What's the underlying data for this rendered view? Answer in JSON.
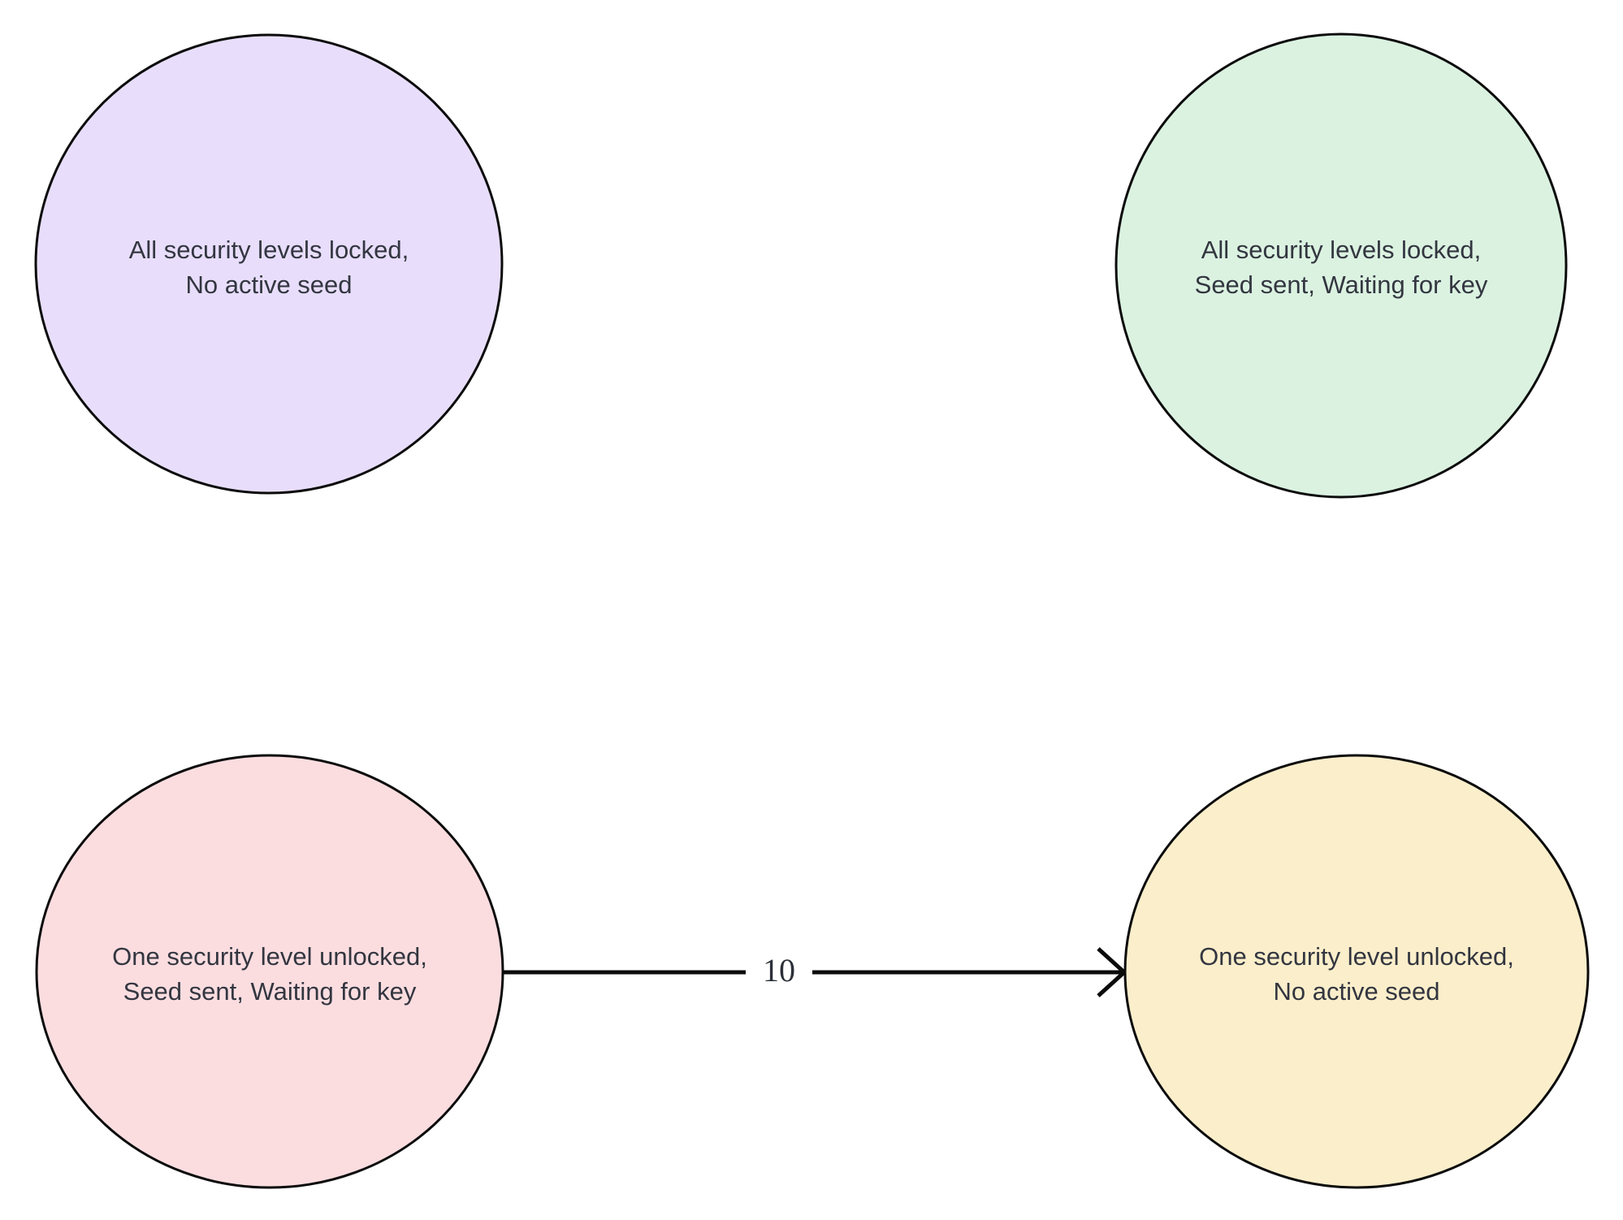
{
  "diagram": {
    "type": "state-diagram",
    "background_color": "#ffffff",
    "stroke_color": "#0b0b0b",
    "text_color": "#333640",
    "nodes": [
      {
        "id": "node-locked-no-seed",
        "name": "all-levels-locked-no-seed",
        "fill_color": "#E8DEFC",
        "line1": "All security levels locked,",
        "line2": "No active seed"
      },
      {
        "id": "node-locked-seed-sent",
        "name": "all-levels-locked-seed-sent",
        "fill_color": "#DBF2E1",
        "line1": "All security levels locked,",
        "line2": "Seed sent, Waiting for key"
      },
      {
        "id": "node-unlocked-seed-sent",
        "name": "one-level-unlocked-seed-sent",
        "fill_color": "#FBDDE0",
        "line1": "One security level unlocked,",
        "line2": "Seed sent, Waiting for key"
      },
      {
        "id": "node-unlocked-no-seed",
        "name": "one-level-unlocked-no-seed",
        "fill_color": "#FBEECB",
        "line1": "One security level unlocked,",
        "line2": "No active seed"
      }
    ],
    "edges": [
      {
        "id": "edge-10",
        "from": "node-unlocked-seed-sent",
        "to": "node-unlocked-no-seed",
        "label": "10",
        "arrowhead": "open-v"
      }
    ]
  }
}
